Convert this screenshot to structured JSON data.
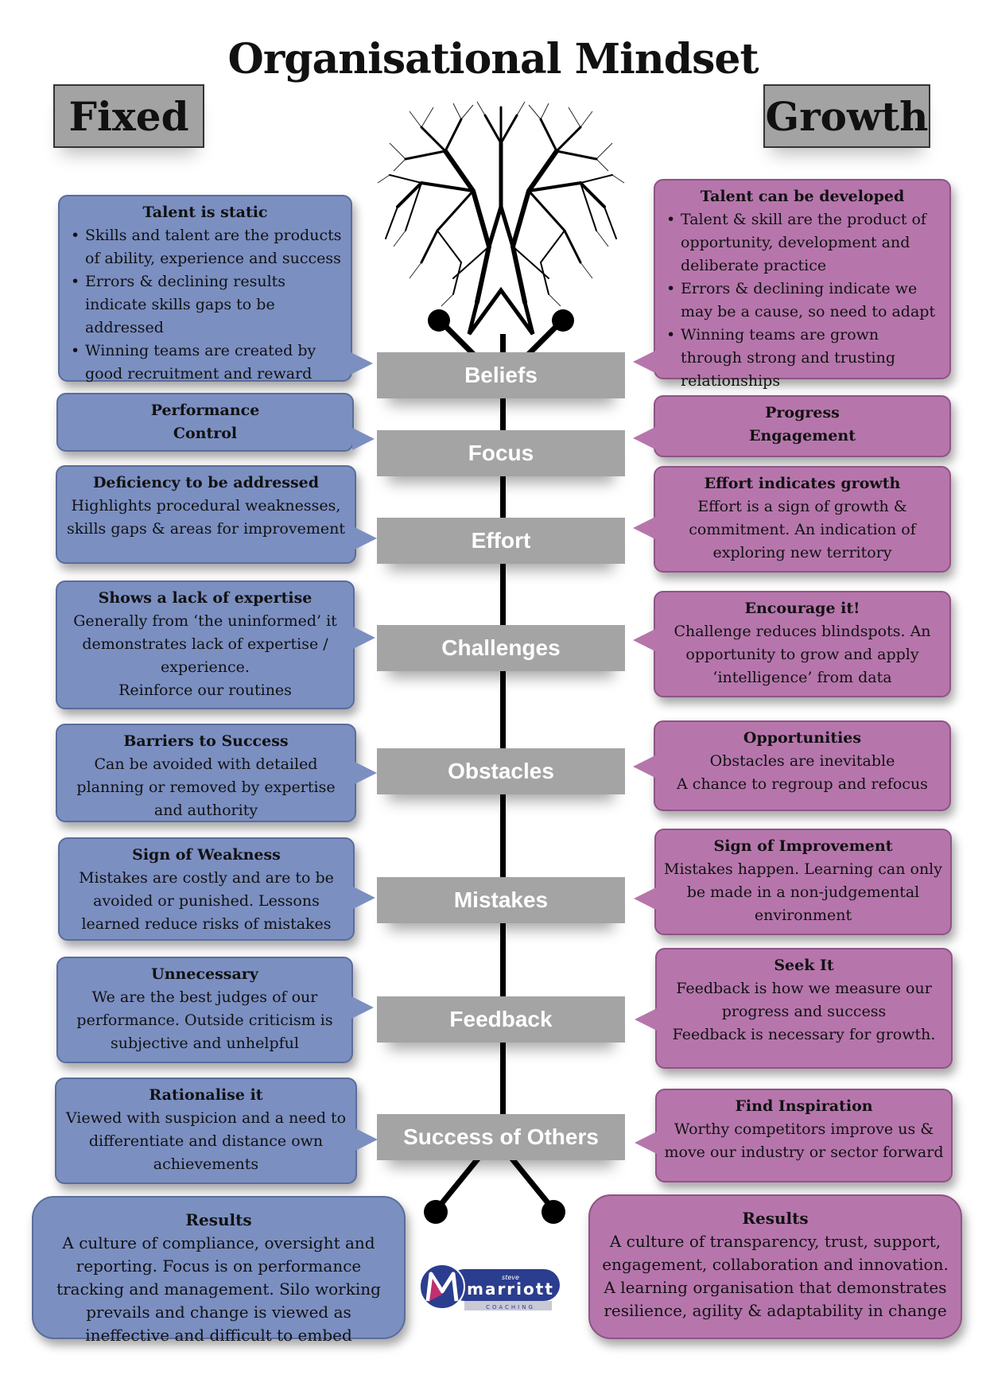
{
  "title": "Organisational Mindset",
  "headers": {
    "fixed": "Fixed",
    "growth": "Growth"
  },
  "categories": [
    "Beliefs",
    "Focus",
    "Effort",
    "Challenges",
    "Obstacles",
    "Mistakes",
    "Feedback",
    "Success of Others"
  ],
  "fixed": [
    {
      "heading": "Talent is static",
      "bullets": [
        "Skills and talent are the products of ability, experience and success",
        "Errors & declining results indicate skills gaps to be addressed",
        "Winning teams are created by good recruitment and reward processes"
      ]
    },
    {
      "heading": "Performance",
      "line2": "Control"
    },
    {
      "heading": "Deficiency to be addressed",
      "body": "Highlights procedural weaknesses, skills gaps & areas for improvement"
    },
    {
      "heading": "Shows a lack of expertise",
      "body": "Generally from ‘the uninformed’ it demonstrates lack of expertise / experience.",
      "body2": "Reinforce our routines"
    },
    {
      "heading": "Barriers to Success",
      "body": "Can be avoided with detailed planning or removed by expertise and authority"
    },
    {
      "heading": "Sign of Weakness",
      "body": "Mistakes are costly and are to be avoided or punished. Lessons learned reduce risks of mistakes"
    },
    {
      "heading": "Unnecessary",
      "body": "We are the best judges of our performance. Outside criticism is subjective and unhelpful"
    },
    {
      "heading": "Rationalise it",
      "body": "Viewed with suspicion and a need to differentiate and distance own achievements"
    }
  ],
  "growth": [
    {
      "heading": "Talent can be developed",
      "bullets": [
        "Talent & skill are the product of opportunity, development and deliberate practice",
        "Errors & declining indicate we may be a cause,  so need to adapt",
        "Winning teams are grown through strong and trusting relationships"
      ]
    },
    {
      "heading": "Progress",
      "line2": "Engagement"
    },
    {
      "heading": "Effort indicates growth",
      "body": "Effort is a sign of growth & commitment. An indication of exploring new territory"
    },
    {
      "heading": "Encourage it!",
      "body": "Challenge reduces blindspots. An opportunity to grow and apply ‘intelligence’ from data"
    },
    {
      "heading": "Opportunities",
      "body": "Obstacles are inevitable",
      "body2": "A chance to regroup and refocus"
    },
    {
      "heading": "Sign of Improvement",
      "body": "Mistakes happen. Learning can only be made in a non-judgemental environment"
    },
    {
      "heading": "Seek It",
      "body": "Feedback is how we measure our progress and success",
      "body2": "Feedback is necessary for growth."
    },
    {
      "heading": "Find Inspiration",
      "body": "Worthy competitors improve us & move our industry or sector forward"
    }
  ],
  "results": {
    "fixed": {
      "heading": "Results",
      "body": "A culture of compliance, oversight and reporting. Focus is on performance tracking and management. Silo working prevails and change is viewed as ineffective and difficult to embed"
    },
    "growth": {
      "heading": "Results",
      "body": "A culture of transparency, trust, support, engagement, collaboration and innovation. A learning organisation that demonstrates resilience, agility & adaptability in change"
    }
  },
  "logo": {
    "top": "steve",
    "name": "marriott",
    "sub": "COACHING"
  },
  "colors": {
    "fixed": "#7b8fc1",
    "growth": "#b676ac",
    "category": "#a4a4a4"
  }
}
